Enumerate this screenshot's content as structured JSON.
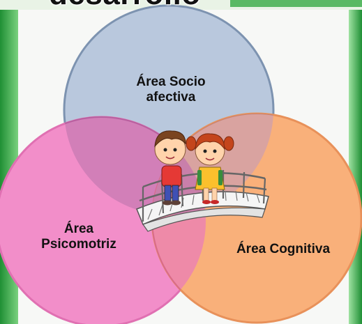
{
  "title": "desarrollo",
  "circles": [
    {
      "id": "socio-afectiva",
      "lines": [
        "Área Socio",
        "afectiva"
      ],
      "color": "#b9c8dd",
      "stroke": "#7d93b0"
    },
    {
      "id": "psicomotriz",
      "lines": [
        "Área",
        "Psicomotriz"
      ],
      "color": "#f28ec9",
      "stroke": "#e070b2"
    },
    {
      "id": "cognitiva",
      "lines": [
        "Área Cognitiva"
      ],
      "color": "#f9b07a",
      "stroke": "#e8915a"
    }
  ],
  "colors": {
    "background": "#f7f8f6",
    "side_accent": "#3fae4c",
    "overlap_top_left": "#d27fb8",
    "overlap_bottom": "#ee8aa8",
    "overlap_top_right": "#d9a3a0"
  },
  "illustration": "children-crossing-bridge"
}
